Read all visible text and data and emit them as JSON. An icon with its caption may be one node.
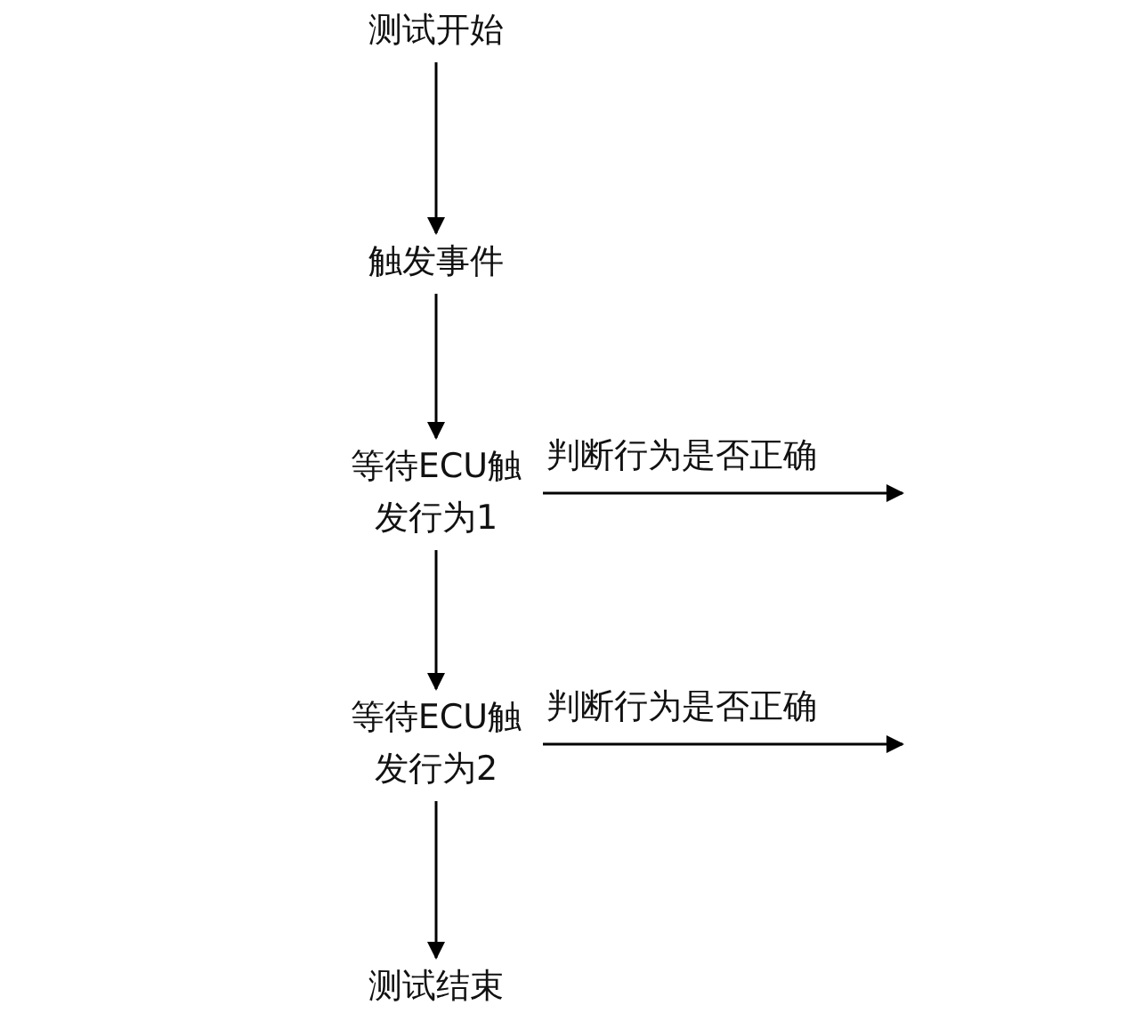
{
  "diagram": {
    "nodes": [
      {
        "text": [
          "测试开始"
        ]
      },
      {
        "text": [
          "触发事件"
        ]
      },
      {
        "text": [
          "等待ECU触发行为1"
        ]
      },
      {
        "text": [
          "等待ECU触发行为2"
        ]
      },
      {
        "text": [
          "测试结束"
        ]
      }
    ],
    "edges": [
      {
        "from": 0,
        "to": 1,
        "arrow": "to"
      },
      {
        "from": 1,
        "to": 2,
        "arrow": "to"
      },
      {
        "from": 2,
        "to": 3,
        "arrow": "to"
      },
      {
        "from": 3,
        "to": 4,
        "arrow": "to"
      },
      {
        "from": 2,
        "to": null,
        "arrow": "to",
        "label": "判断行为是否正确"
      },
      {
        "from": 3,
        "to": null,
        "arrow": "to",
        "label": "判断行为是否正确"
      }
    ]
  }
}
